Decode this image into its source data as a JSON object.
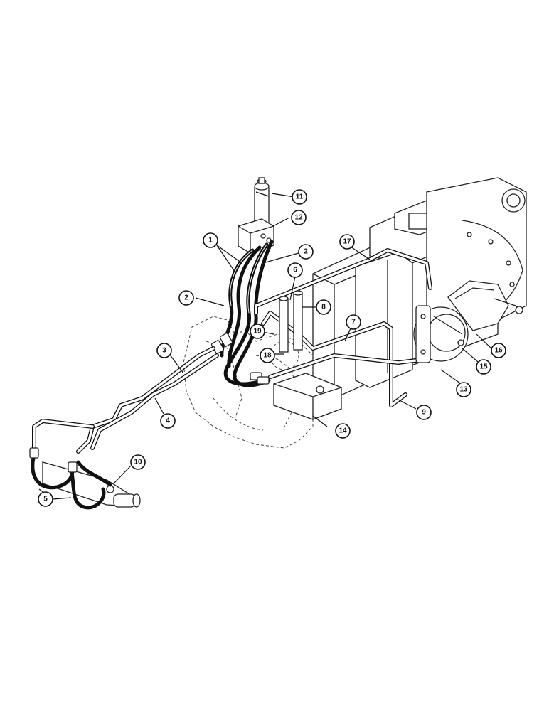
{
  "diagram": {
    "callouts": [
      {
        "id": "c1",
        "label": "1"
      },
      {
        "id": "c2a",
        "label": "2"
      },
      {
        "id": "c2b",
        "label": "2"
      },
      {
        "id": "c3",
        "label": "3"
      },
      {
        "id": "c4",
        "label": "4"
      },
      {
        "id": "c5",
        "label": "5"
      },
      {
        "id": "c6",
        "label": "6"
      },
      {
        "id": "c7",
        "label": "7"
      },
      {
        "id": "c8",
        "label": "8"
      },
      {
        "id": "c9",
        "label": "9"
      },
      {
        "id": "c10",
        "label": "10"
      },
      {
        "id": "c11",
        "label": "11"
      },
      {
        "id": "c12",
        "label": "12"
      },
      {
        "id": "c13",
        "label": "13"
      },
      {
        "id": "c14",
        "label": "14"
      },
      {
        "id": "c15",
        "label": "15"
      },
      {
        "id": "c16",
        "label": "16"
      },
      {
        "id": "c17",
        "label": "17"
      },
      {
        "id": "c18",
        "label": "18"
      },
      {
        "id": "c19",
        "label": "19"
      }
    ]
  }
}
